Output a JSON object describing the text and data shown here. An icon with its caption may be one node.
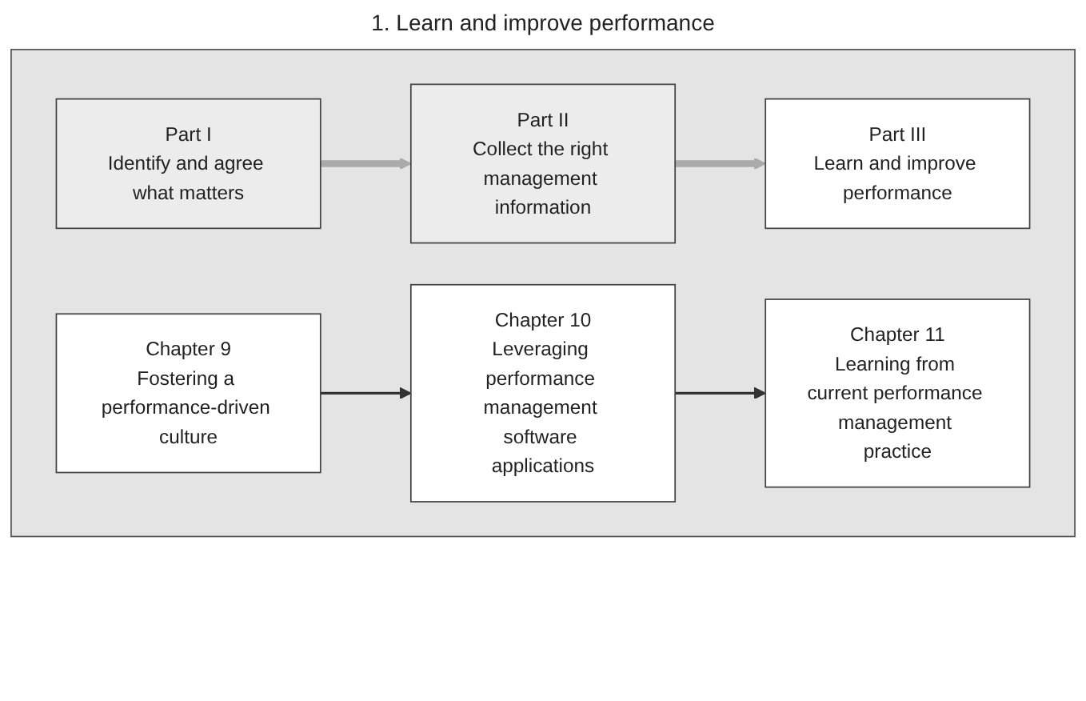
{
  "diagram": {
    "title": "1. Learn and improve performance",
    "nodes": [
      {
        "text": [],
        "shape": "box"
      },
      {
        "text": [
          "Part I",
          "Identify and agree what matters"
        ],
        "in": 0
      },
      {
        "text": [
          "Part II",
          "Collect the right management information"
        ],
        "in": 0
      },
      {
        "text": [
          "Part III",
          "Learn and improve performance"
        ],
        "in": 0
      },
      {
        "text": [
          "Chapter 9",
          "Fostering a performance-driven culture"
        ],
        "in": 0
      },
      {
        "text": [
          "Chapter 10",
          "Leveraging performance management software applications"
        ],
        "in": 0
      },
      {
        "text": [
          "Chapter 11",
          "Learning from current performance management practice"
        ],
        "in": 0
      }
    ],
    "edges": [
      {
        "from": 1,
        "to": 2,
        "arrow": "to",
        "style": "thick",
        "color": "#aaaaaa"
      },
      {
        "from": 2,
        "to": 3,
        "arrow": "to",
        "style": "thick",
        "color": "#aaaaaa"
      },
      {
        "from": 4,
        "to": 5,
        "arrow": "to",
        "color": "#333333"
      },
      {
        "from": 5,
        "to": 6,
        "arrow": "to",
        "color": "#333333"
      }
    ]
  }
}
